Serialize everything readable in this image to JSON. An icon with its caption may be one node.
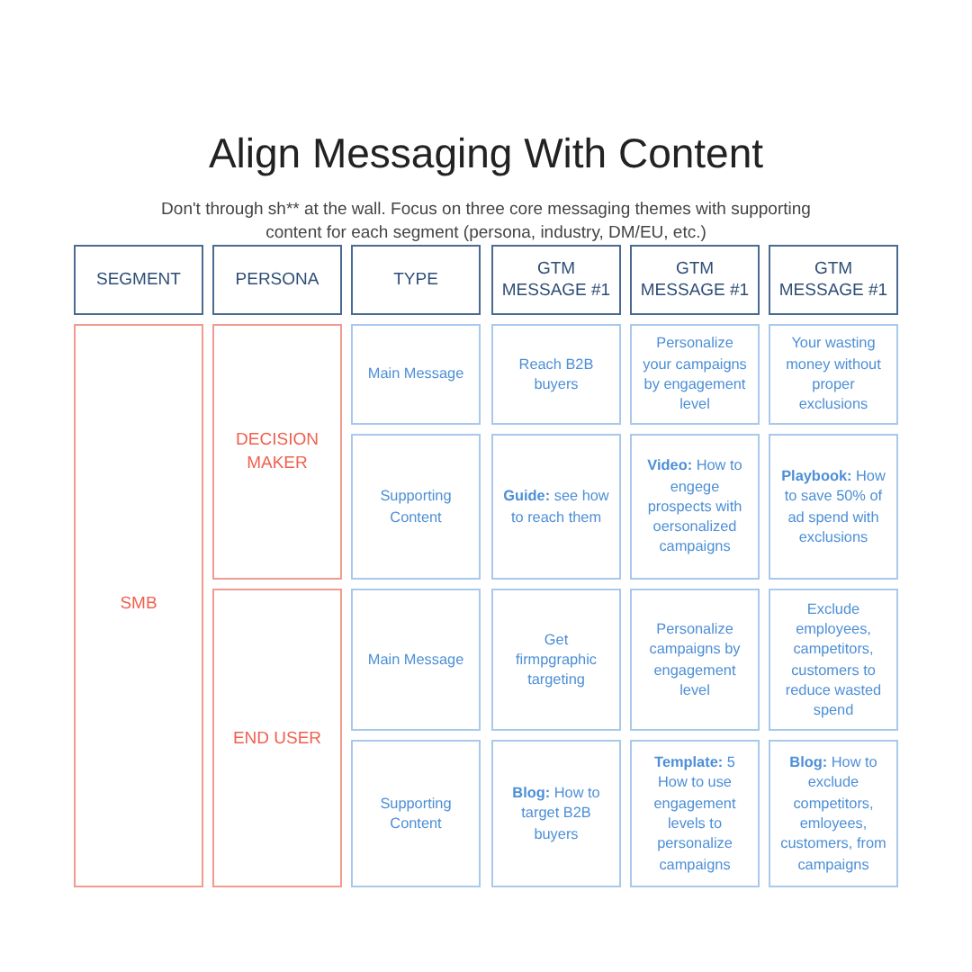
{
  "diagram": {
    "title": "Align Messaging With Content",
    "caption": "Don't through sh** at the wall. Focus on three core messaging themes with supporting content for each segment (persona, industry, DM/EU, etc.)",
    "nodes": [
      {
        "text": [
          "SEGMENT"
        ]
      },
      {
        "text": [
          "PERSONA"
        ]
      },
      {
        "text": [
          "TYPE"
        ]
      },
      {
        "text": [
          "GTM MESSAGE #1"
        ]
      },
      {
        "text": [
          "GTM MESSAGE #1"
        ]
      },
      {
        "text": [
          "GTM MESSAGE #1"
        ]
      },
      {
        "text": [
          "SMB"
        ]
      },
      {
        "text": [
          "DECISION MAKER"
        ]
      },
      {
        "text": [
          "Main Message"
        ]
      },
      {
        "text": [
          "Reach B2B buyers"
        ]
      },
      {
        "text": [
          "Personalize your campaigns by engagement level"
        ]
      },
      {
        "text": [
          "Your wasting money without proper exclusions"
        ]
      },
      {
        "text": [
          "Supporting Content"
        ]
      },
      {
        "text": [
          "**Guide:** see how to reach them"
        ]
      },
      {
        "text": [
          "**Video:** How to engege prospects with oersonalized campaigns"
        ]
      },
      {
        "text": [
          "**Playbook:** How to save 50% of ad spend with exclusions"
        ]
      },
      {
        "text": [
          "END USER"
        ]
      },
      {
        "text": [
          "Main Message"
        ]
      },
      {
        "text": [
          "Get firmpgraphic targeting"
        ]
      },
      {
        "text": [
          "Personalize campaigns by engagement level"
        ]
      },
      {
        "text": [
          "Exclude employees, campetitors, customers to reduce wasted spend"
        ]
      },
      {
        "text": [
          "Supporting Content"
        ]
      },
      {
        "text": [
          "**Blog:** How to target B2B buyers"
        ]
      },
      {
        "text": [
          "**Template:** 5 How to use engagement levels to personalize campaigns"
        ]
      },
      {
        "text": [
          "**Blog:** How to exclude competitors, emloyees, customers, from campaigns"
        ]
      }
    ]
  }
}
